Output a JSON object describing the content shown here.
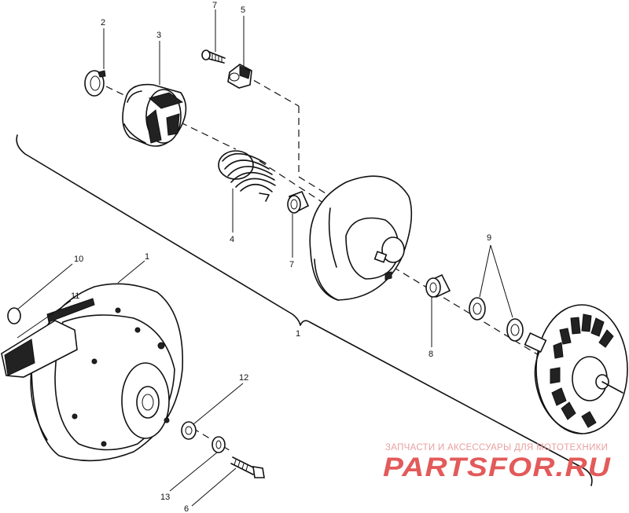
{
  "diagram": {
    "callouts": [
      {
        "id": "c1a",
        "text": "1"
      },
      {
        "id": "c1b",
        "text": "1"
      },
      {
        "id": "c2",
        "text": "2"
      },
      {
        "id": "c3",
        "text": "3"
      },
      {
        "id": "c4",
        "text": "4"
      },
      {
        "id": "c5",
        "text": "5"
      },
      {
        "id": "c6",
        "text": "6"
      },
      {
        "id": "c7a",
        "text": "7"
      },
      {
        "id": "c7b",
        "text": "7"
      },
      {
        "id": "c8",
        "text": "8"
      },
      {
        "id": "c9",
        "text": "9"
      },
      {
        "id": "c10",
        "text": "10"
      },
      {
        "id": "c11",
        "text": "11"
      },
      {
        "id": "c12",
        "text": "12"
      },
      {
        "id": "c13",
        "text": "13"
      }
    ]
  },
  "watermark": {
    "tagline": "ЗАПЧАСТИ И АКСЕССУАРЫ ДЛЯ МОТОТЕХНИКИ",
    "brand": "PARTSFOR.RU",
    "color": "#e35a5a"
  }
}
